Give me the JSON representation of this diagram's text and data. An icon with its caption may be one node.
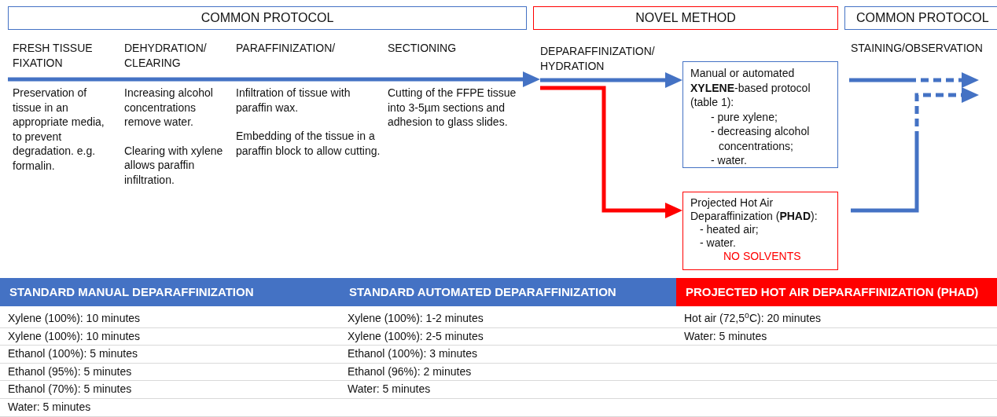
{
  "diagram": {
    "nodes": [
      {
        "text": [
          "COMMON PROTOCOL"
        ]
      },
      {
        "text": [
          "NOVEL METHOD"
        ]
      },
      {
        "text": [
          "COMMON PROTOCOL"
        ]
      },
      {
        "text": [
          "FRESH TISSUE FIXATION",
          "Preservation of tissue in an appropriate media, to prevent degradation. e.g. formalin."
        ]
      },
      {
        "text": [
          "DEHYDRATION/ CLEARING",
          "Increasing alcohol concentrations remove water.",
          "Clearing with xylene allows paraffin infiltration."
        ]
      },
      {
        "text": [
          "PARAFFINIZATION/",
          "Infiltration of tissue with paraffin wax.",
          "Embedding of the tissue in a paraffin block to allow cutting."
        ]
      },
      {
        "text": [
          "SECTIONING",
          "Cutting of the FFPE tissue into 3-5µm sections and adhesion to glass slides."
        ]
      },
      {
        "text": [
          "DEPARAFFINIZATION/ HYDRATION"
        ]
      },
      {
        "text": [
          "Manual or automated **XYLENE**-based protocol (table 1):",
          "- pure xylene;",
          "- decreasing alcohol concentrations;",
          "- water."
        ]
      },
      {
        "text": [
          "Projected Hot Air Deparaffinization (**PHAD**):",
          "- heated air;",
          "- water.",
          "NO SOLVENTS"
        ]
      },
      {
        "text": [
          "STAINING/OBSERVATION"
        ]
      }
    ],
    "edges": [
      {
        "from": 3,
        "to": 7,
        "arrow": "to"
      },
      {
        "from": 7,
        "to": 8,
        "arrow": "to"
      },
      {
        "from": 7,
        "to": 9,
        "arrow": "to",
        "color": "#ff0000"
      },
      {
        "from": 8,
        "to": 10,
        "arrow": "to",
        "style": "dashed"
      },
      {
        "from": 9,
        "to": 10,
        "arrow": "to",
        "style": "dashed"
      }
    ],
    "labels": [
      "STANDARD MANUAL DEPARAFFINIZATION",
      "STANDARD AUTOMATED DEPARAFFINIZATION",
      "PROJECTED HOT AIR DEPARAFFINIZATION (PHAD)",
      "Xylene (100%): 10 minutes",
      "Xylene (100%): 1-2 minutes",
      "Hot air (72,5$^{o}$C): 20 minutes",
      "Xylene (100%): 10 minutes",
      "Xylene (100%): 2-5 minutes",
      "Water: 5 minutes",
      "Ethanol (100%): 5 minutes",
      "Ethanol (100%): 3 minutes",
      "Ethanol (95%): 5 minutes",
      "Ethanol (96%): 2 minutes",
      "Ethanol (70%): 5 minutes",
      "Water: 5 minutes",
      "Water: 5 minutes"
    ]
  }
}
